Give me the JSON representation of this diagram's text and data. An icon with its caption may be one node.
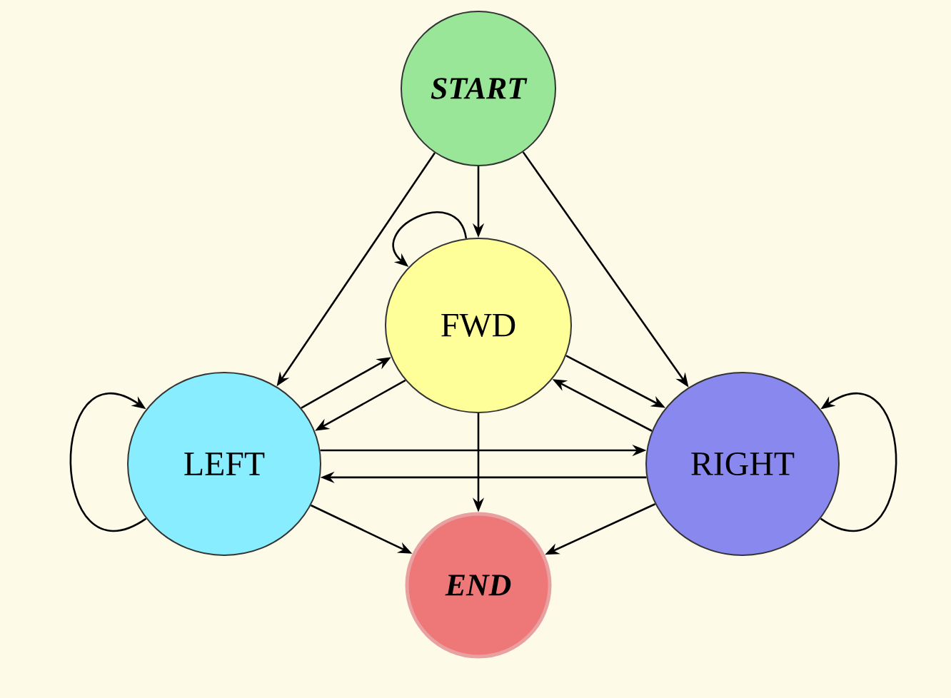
{
  "diagram": {
    "nodes": [
      {
        "text": [
          "START"
        ]
      },
      {
        "text": [
          "FWD"
        ]
      },
      {
        "text": [
          "LEFT"
        ]
      },
      {
        "text": [
          "RIGHT"
        ]
      },
      {
        "text": [
          "END"
        ]
      }
    ],
    "edges": [
      {
        "from": 0,
        "to": 2,
        "arrow": "to"
      },
      {
        "from": 0,
        "to": 1,
        "arrow": "to"
      },
      {
        "from": 0,
        "to": 3,
        "arrow": "to"
      },
      {
        "from": 1,
        "to": 1,
        "arrow": "to"
      },
      {
        "from": 2,
        "to": 2,
        "arrow": "to"
      },
      {
        "from": 3,
        "to": 3,
        "arrow": "to"
      },
      {
        "from": 1,
        "to": 2,
        "arrow": "to"
      },
      {
        "from": 2,
        "to": 1,
        "arrow": "to"
      },
      {
        "from": 1,
        "to": 3,
        "arrow": "to"
      },
      {
        "from": 3,
        "to": 1,
        "arrow": "to"
      },
      {
        "from": 2,
        "to": 3,
        "arrow": "to"
      },
      {
        "from": 3,
        "to": 2,
        "arrow": "to"
      },
      {
        "from": 2,
        "to": 4,
        "arrow": "to"
      },
      {
        "from": 1,
        "to": 4,
        "arrow": "to"
      },
      {
        "from": 3,
        "to": 4,
        "arrow": "to"
      }
    ]
  }
}
